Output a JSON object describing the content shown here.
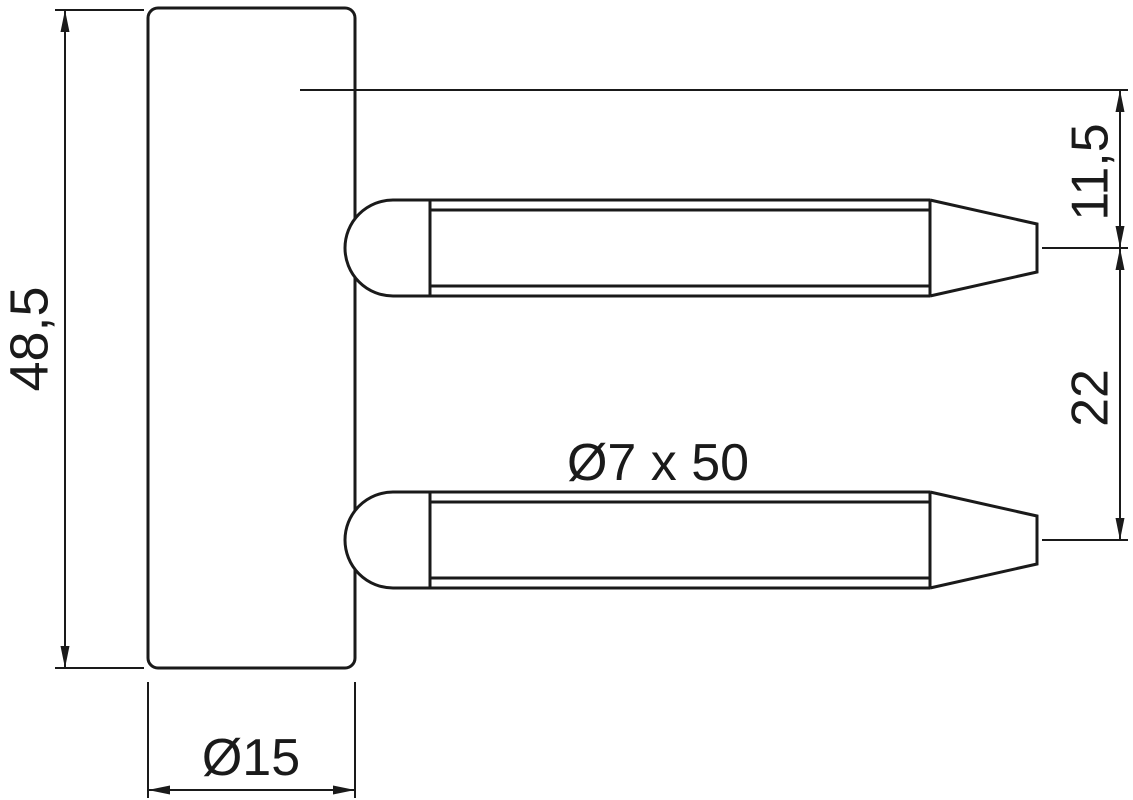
{
  "drawing": {
    "title": "hinge-frame-part-technical-drawing",
    "labels": {
      "overall_height": "48,5",
      "body_diameter": "Ø15",
      "pin_spec": "Ø7 x 50",
      "top_offset": "11,5",
      "pin_spacing": "22"
    },
    "colors": {
      "line": "#1a1a1a",
      "background": "#ffffff"
    }
  }
}
